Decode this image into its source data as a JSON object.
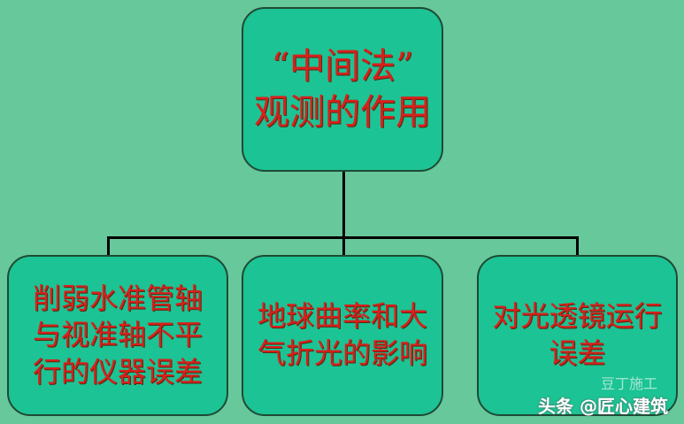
{
  "root": {
    "line1": "“中间法”",
    "line2": "观测的作用"
  },
  "children": [
    {
      "lines": [
        "削弱水准管轴",
        "与视准轴不平",
        "行的仪器误差"
      ]
    },
    {
      "lines": [
        "地球曲率和大",
        "气折光的影响"
      ]
    },
    {
      "lines": [
        "对光透镜运行",
        "误差"
      ]
    }
  ],
  "watermark": {
    "main": "头条 @匠心建筑",
    "faint": "豆丁施工"
  },
  "colors": {
    "background": "#66c89b",
    "box": "#1cc394",
    "text": "#d8201c"
  }
}
